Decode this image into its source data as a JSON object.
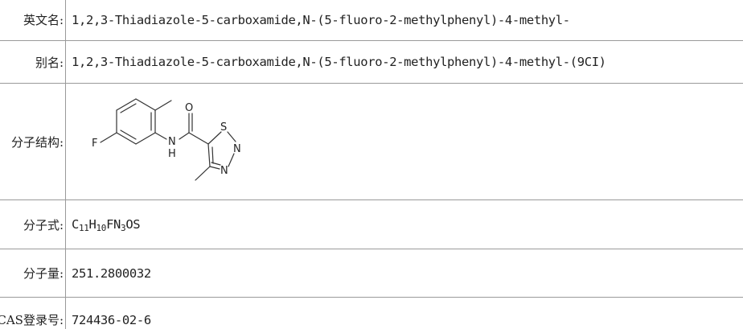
{
  "rows": [
    {
      "label": "英文名:",
      "value": "1,2,3-Thiadiazole-5-carboxamide,N-(5-fluoro-2-methylphenyl)-4-methyl-"
    },
    {
      "label": "别名:",
      "value": "1,2,3-Thiadiazole-5-carboxamide,N-(5-fluoro-2-methylphenyl)-4-methyl-(9CI)"
    },
    {
      "label": "分子结构:",
      "structure_atoms": {
        "f": "F",
        "n_amide": "N",
        "h_amide": "H",
        "o": "O",
        "s": "S",
        "n_ring_1": "N",
        "n_ring_2": "N"
      }
    },
    {
      "label": "分子式:",
      "formula": {
        "c": "C",
        "c_n": "11",
        "h": "H",
        "h_n": "10",
        "fn": "FN",
        "n_n": "3",
        "os": "OS"
      }
    },
    {
      "label": "分子量:",
      "value": "251.2800032"
    },
    {
      "label": "CAS登录号:",
      "value": "724436-02-6"
    }
  ]
}
